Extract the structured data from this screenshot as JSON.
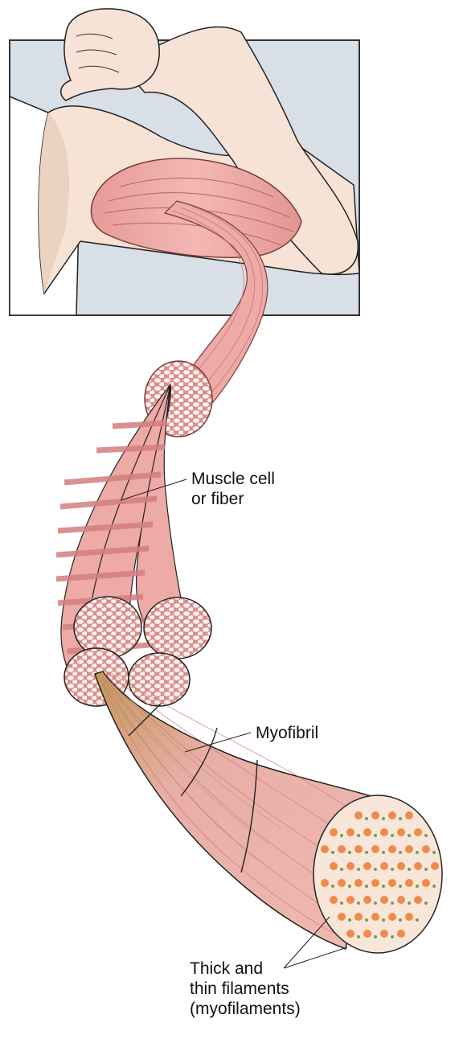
{
  "labels": {
    "muscle_cell": [
      "Muscle cell",
      "or fiber"
    ],
    "myofibril": [
      "Myofibril"
    ],
    "filaments": [
      "Thick and",
      "thin filaments",
      "(myofilaments)"
    ]
  },
  "colors": {
    "background": "#ffffff",
    "panel_bg": "#d8dfe7",
    "panel_border": "#333333",
    "skin": "#f6e3d5",
    "skin_shadow": "#e9c8b6",
    "muscle": "#eeaaa6",
    "muscle_dark": "#d37f7f",
    "muscle_light": "#f6c8c4",
    "fiber_stripe": "#d98a8a",
    "myofibril_brown": "#b88a4e",
    "myofilament_thick": "#f08a4c",
    "myofilament_thin": "#7a9a55",
    "outline": "#222222"
  }
}
